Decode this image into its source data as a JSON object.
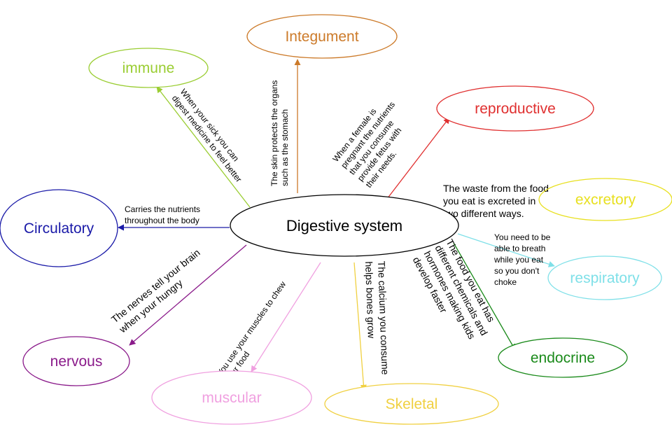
{
  "center": {
    "label": "Digestive system"
  },
  "nodes": {
    "integument": {
      "label": "Integument",
      "color": "#cc7a29"
    },
    "immune": {
      "label": "immune",
      "color": "#9acd32"
    },
    "reproductive": {
      "label": "reproductive",
      "color": "#e03030"
    },
    "excretory": {
      "label": "excretory",
      "color": "#e8e020"
    },
    "circulatory": {
      "label": "Circulatory",
      "color": "#1a1aa8"
    },
    "respiratory": {
      "label": "respiratory",
      "color": "#7fe0e8"
    },
    "endocrine": {
      "label": "endocrine",
      "color": "#1a8a1a"
    },
    "nervous": {
      "label": "nervous",
      "color": "#8a1a8a"
    },
    "muscular": {
      "label": "muscular",
      "color": "#f0a0e0"
    },
    "skeletal": {
      "label": "Skeletal",
      "color": "#f0d040"
    }
  },
  "edges": {
    "integument": {
      "lines": [
        "The skin protects the organs",
        "such as the stomach"
      ]
    },
    "immune": {
      "lines": [
        "When your sick you can",
        "digest medicine to feel better"
      ]
    },
    "reproductive": {
      "lines": [
        "When a female is",
        "pregnant the nutrients",
        "that you consume",
        "provide fetus with",
        "their needs."
      ]
    },
    "excretory": {
      "lines": [
        "The waste from the food",
        "you eat is excreted in",
        "two different ways."
      ]
    },
    "circulatory": {
      "lines": [
        "Carries the nutrients",
        "throughout the body"
      ]
    },
    "respiratory": {
      "lines": [
        "You need to be",
        "able to breath",
        "while you eat",
        "so you don't",
        "choke"
      ]
    },
    "endocrine": {
      "lines": [
        "The food you eat has",
        "different chemicals and",
        "hormones making kids",
        "develop faster"
      ]
    },
    "nervous": {
      "lines": [
        "The nerves tell your brain",
        "when your hungry"
      ]
    },
    "muscular": {
      "lines": [
        "You use your muscles to chew",
        "your food"
      ]
    },
    "skeletal": {
      "lines": [
        "The calcium you consume",
        "helps bones grow"
      ]
    }
  }
}
